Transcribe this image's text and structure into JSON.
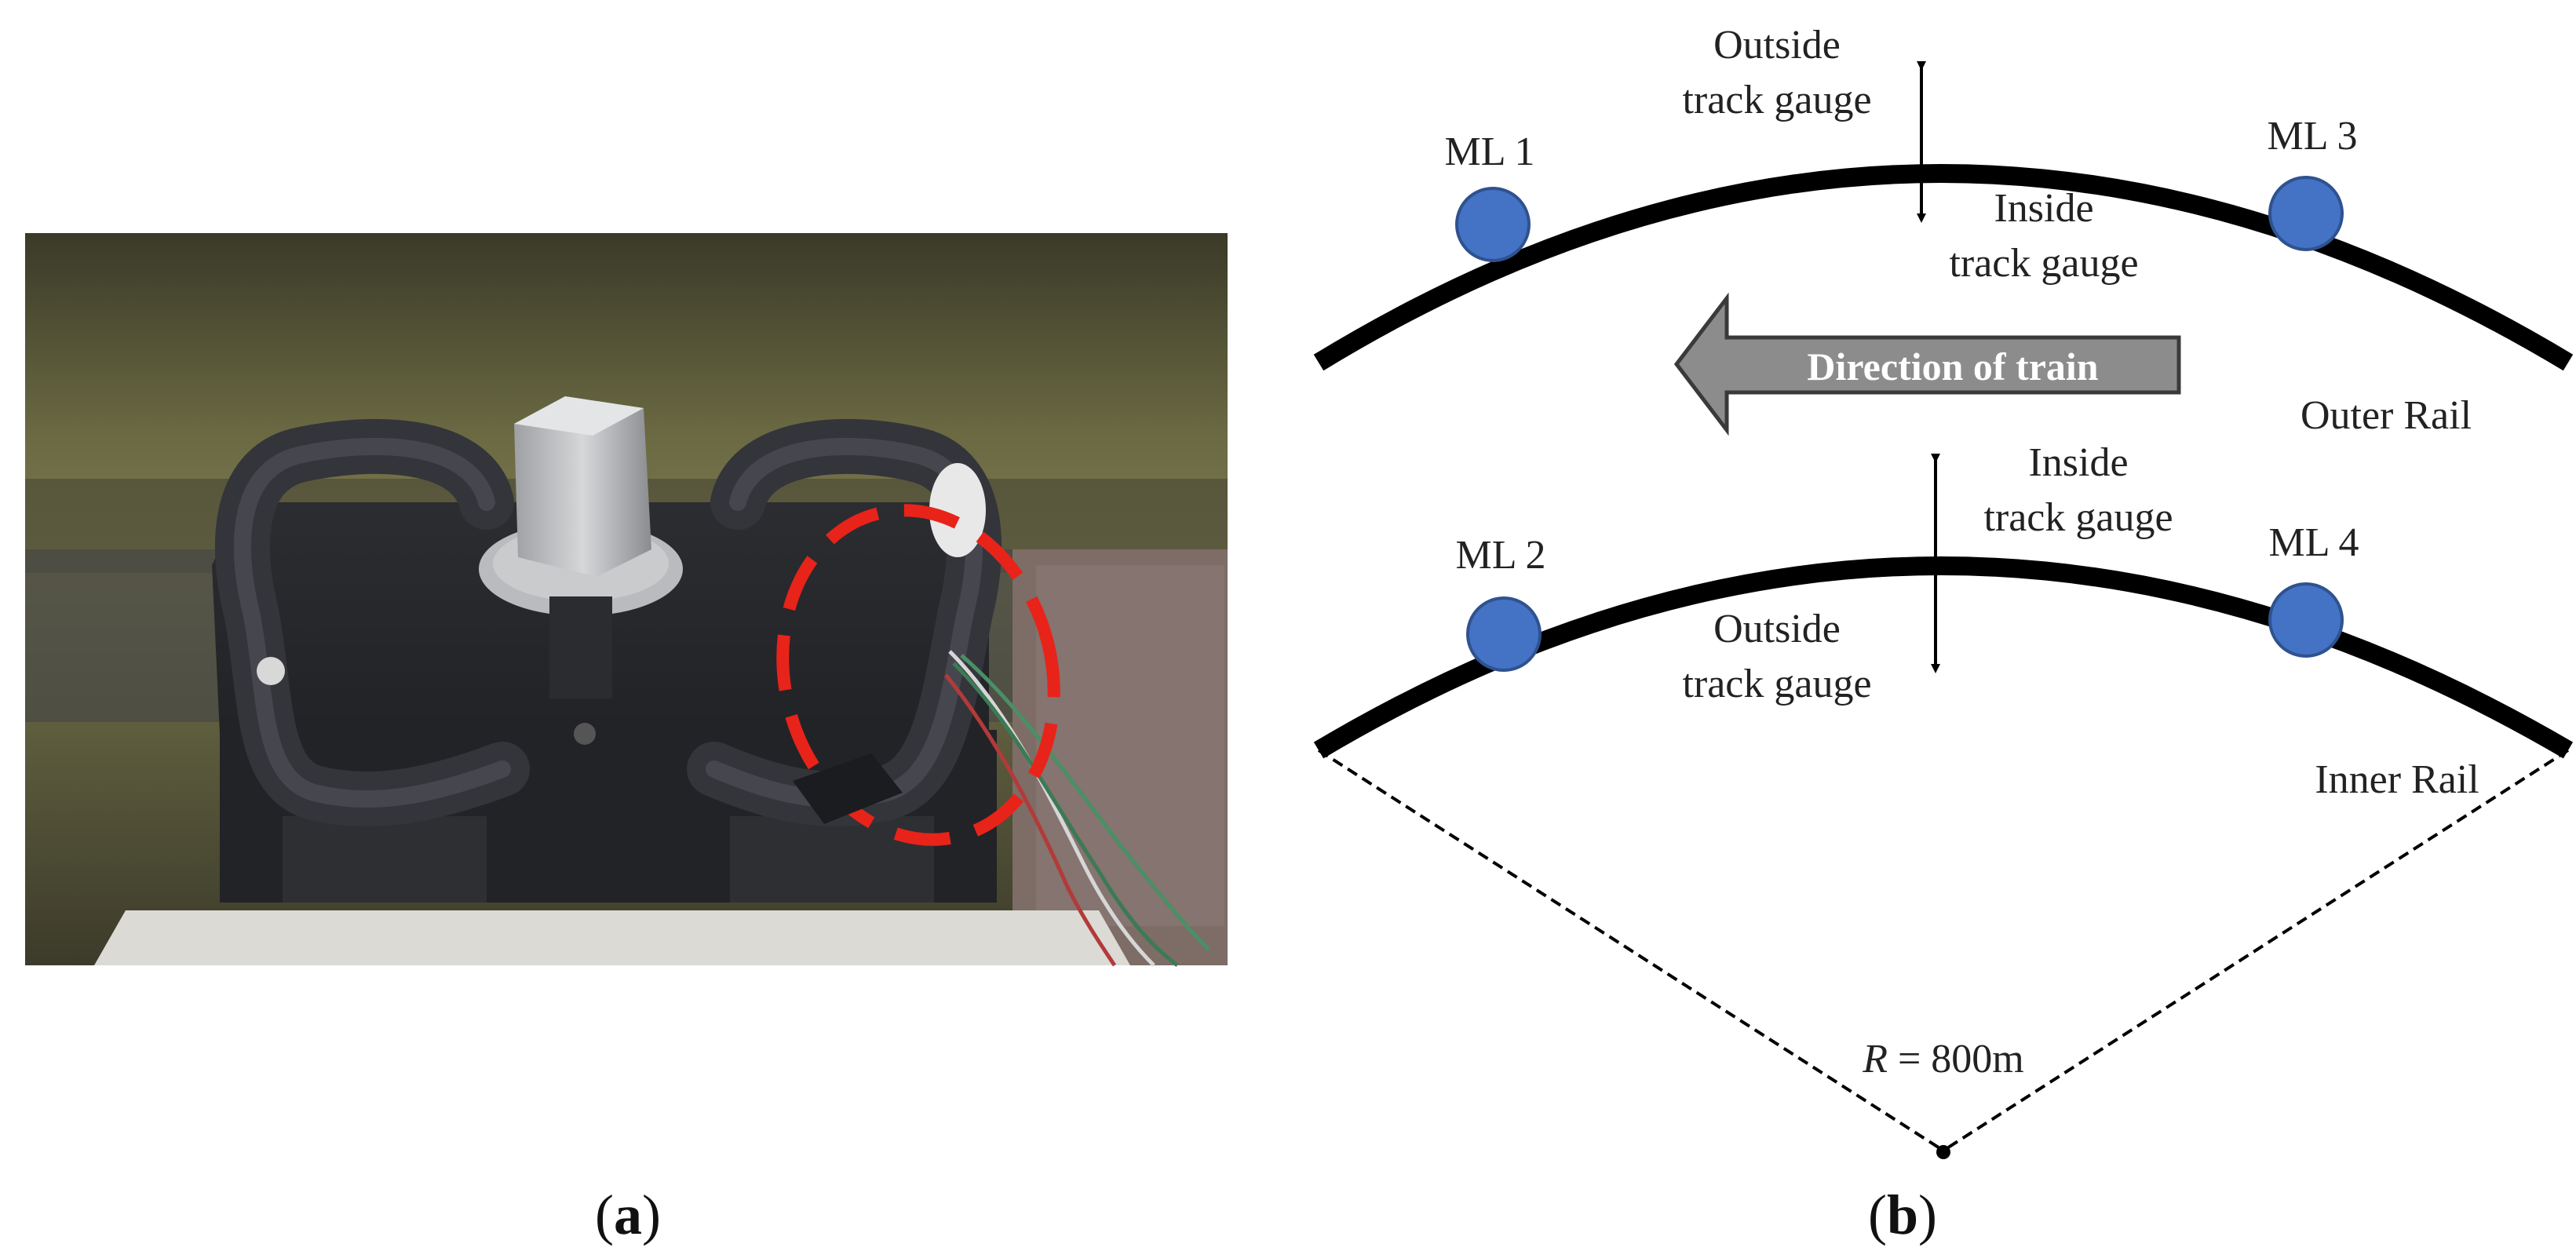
{
  "panel_a": {
    "caption": {
      "open": "(",
      "letter": "a",
      "close": ")"
    }
  },
  "panel_b": {
    "caption": {
      "open": "(",
      "letter": "b",
      "close": ")"
    },
    "outer_rail": {
      "label": "Outer Rail",
      "above": [
        "Outside",
        "track gauge"
      ],
      "below": [
        "Inside",
        "track gauge"
      ]
    },
    "inner_rail": {
      "label": "Inner Rail",
      "above": [
        "Inside",
        "track gauge"
      ],
      "below": [
        "Outside",
        "track gauge"
      ]
    },
    "sensors": [
      {
        "label": "ML 1"
      },
      {
        "label": "ML 2"
      },
      {
        "label": "ML 3"
      },
      {
        "label": "ML 4"
      }
    ],
    "direction_label": "Direction of train",
    "radius": {
      "symbol": "R",
      "text": " = 800m"
    },
    "colors": {
      "rail": "#000000",
      "sensor_fill": "#4472c4",
      "sensor_stroke": "#2f528f",
      "arrow_fill": "#8c8c8c",
      "highlight": "#e8231a"
    }
  }
}
